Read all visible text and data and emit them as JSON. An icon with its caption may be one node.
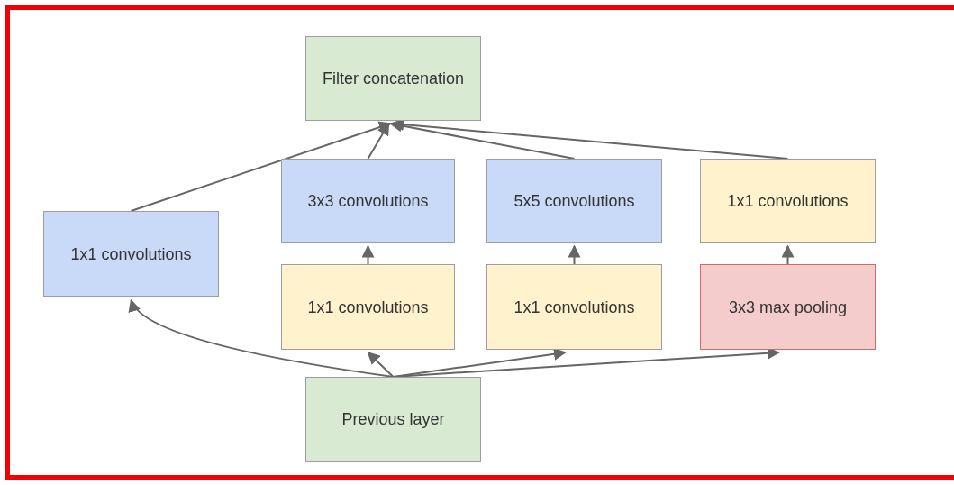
{
  "diagram": {
    "nodes": [
      {
        "text": [
          "Filter concatenation"
        ]
      },
      {
        "text": [
          "1x1 convolutions"
        ]
      },
      {
        "text": [
          "3x3 convolutions"
        ]
      },
      {
        "text": [
          "5x5 convolutions"
        ]
      },
      {
        "text": [
          "1x1 convolutions"
        ]
      },
      {
        "text": [
          "1x1 convolutions"
        ]
      },
      {
        "text": [
          "1x1 convolutions"
        ]
      },
      {
        "text": [
          "3x3 max pooling"
        ]
      },
      {
        "text": [
          "Previous layer"
        ]
      }
    ],
    "edges": [
      {
        "from": 8,
        "to": 1,
        "arrow": "to"
      },
      {
        "from": 8,
        "to": 5,
        "arrow": "to"
      },
      {
        "from": 8,
        "to": 6,
        "arrow": "to"
      },
      {
        "from": 8,
        "to": 7,
        "arrow": "to"
      },
      {
        "from": 5,
        "to": 2,
        "arrow": "to"
      },
      {
        "from": 6,
        "to": 3,
        "arrow": "to"
      },
      {
        "from": 7,
        "to": 4,
        "arrow": "to"
      },
      {
        "from": 1,
        "to": 0,
        "arrow": "to"
      },
      {
        "from": 2,
        "to": 0,
        "arrow": "to"
      },
      {
        "from": 3,
        "to": 0,
        "arrow": "to"
      },
      {
        "from": 4,
        "to": 0,
        "arrow": "to"
      }
    ]
  }
}
